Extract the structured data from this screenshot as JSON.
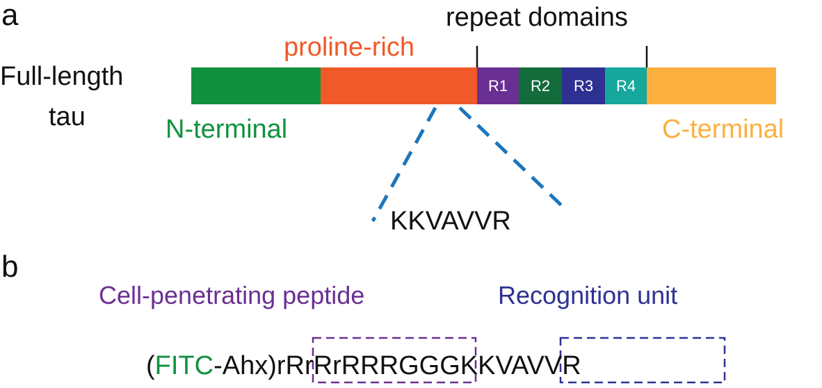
{
  "panel_a": {
    "letter": "a",
    "row_label_line1": "Full-length",
    "row_label_line2": "tau",
    "repeat_domains": "repeat domains",
    "proline_rich": "proline-rich",
    "n_terminal": "N-terminal",
    "c_terminal": "C-terminal",
    "repeats": [
      "R1",
      "R2",
      "R3",
      "R4"
    ],
    "zoom_sequence": "KKVAVVR"
  },
  "panel_b": {
    "letter": "b",
    "cpp_label": "Cell-penetrating peptide",
    "recognition_label": "Recognition unit",
    "seq_open_paren": "(",
    "seq_fitc": "FITC",
    "seq_ahx": "-Ahx)",
    "seq_cpp": "rRrRrRRR",
    "seq_linker": "GGG",
    "seq_recognition": "KKVAVVR"
  },
  "colors": {
    "n_terminal": "#11913f",
    "proline_rich": "#f05a28",
    "r1": "#6a2f93",
    "r2": "#136b3b",
    "r3": "#2e3192",
    "r4": "#16a79d",
    "c_terminal": "#fbb040",
    "zoom_lines": "#1b75bc",
    "cpp": "#6a2f93",
    "recognition": "#2e3192",
    "fitc": "#11913f"
  }
}
